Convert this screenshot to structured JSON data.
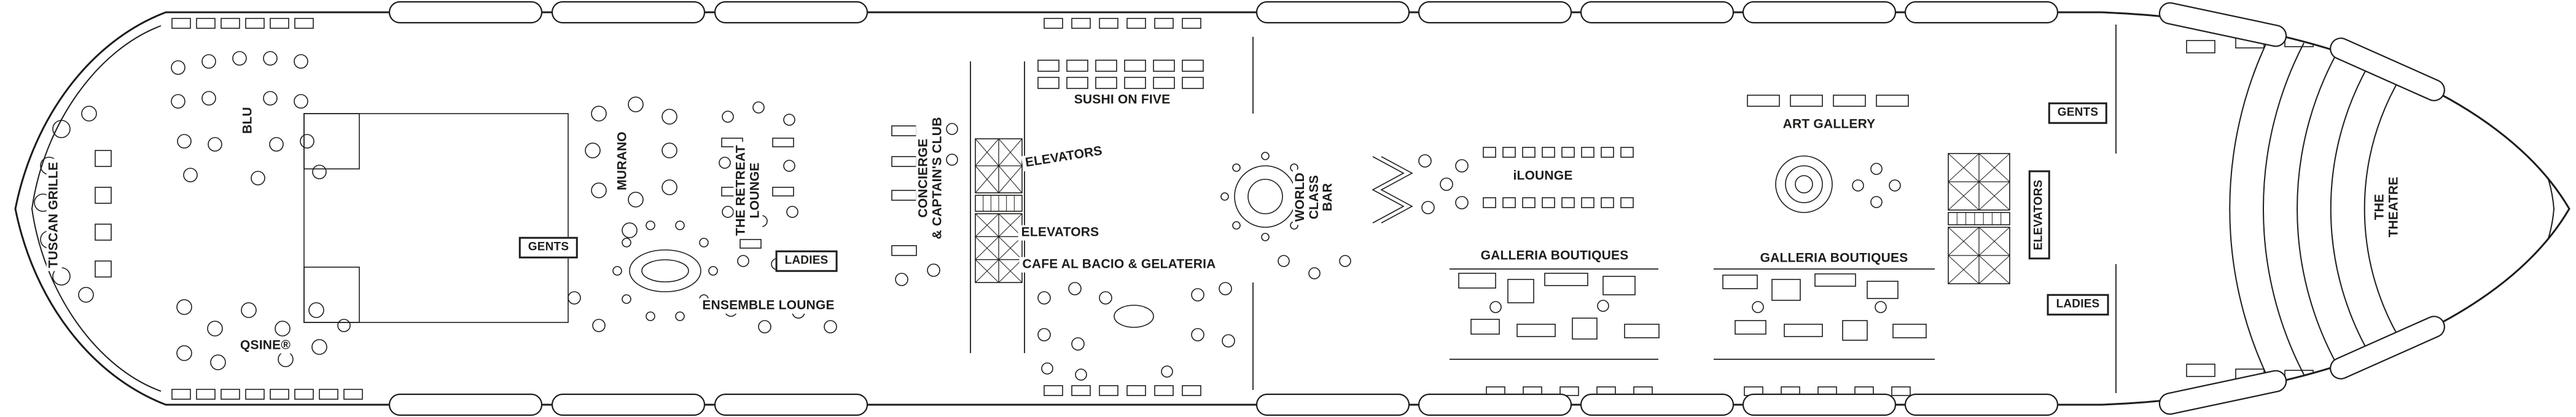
{
  "colors": {
    "ink": "#1d1d1b",
    "background": "#ffffff"
  },
  "deck_plan": {
    "labels": [
      {
        "name": "tuscan-grille",
        "text": "TUSCAN GRILLE"
      },
      {
        "name": "blu",
        "text": "BLU"
      },
      {
        "name": "qsine",
        "text": "QSINE®"
      },
      {
        "name": "murano",
        "text": "MURANO"
      },
      {
        "name": "the-retreat-lounge",
        "text": "THE RETREAT\nLOUNGE"
      },
      {
        "name": "gents-aft",
        "text": "GENTS"
      },
      {
        "name": "ladies-aft",
        "text": "LADIES"
      },
      {
        "name": "ensemble-lounge",
        "text": "ENSEMBLE LOUNGE"
      },
      {
        "name": "concierge-captains-club",
        "text": "CONCIERGE\n& CAPTAIN'S CLUB"
      },
      {
        "name": "elevators-midship-upper",
        "text": "ELEVATORS"
      },
      {
        "name": "elevators-midship-lower",
        "text": "ELEVATORS"
      },
      {
        "name": "sushi-on-five",
        "text": "SUSHI ON FIVE"
      },
      {
        "name": "cafe-al-bacio-gelateria",
        "text": "CAFE AL BACIO & GELATERIA"
      },
      {
        "name": "world-class-bar",
        "text": "WORLD\nCLASS\nBAR"
      },
      {
        "name": "ilounge",
        "text": "iLOUNGE"
      },
      {
        "name": "galleria-boutiques-port",
        "text": "GALLERIA BOUTIQUES"
      },
      {
        "name": "art-gallery",
        "text": "ART GALLERY"
      },
      {
        "name": "galleria-boutiques-starboard",
        "text": "GALLERIA BOUTIQUES"
      },
      {
        "name": "elevators-forward",
        "text": "ELEVATORS"
      },
      {
        "name": "gents-forward",
        "text": "GENTS"
      },
      {
        "name": "ladies-forward",
        "text": "LADIES"
      },
      {
        "name": "the-theatre",
        "text": "THE\nTHEATRE"
      }
    ]
  }
}
